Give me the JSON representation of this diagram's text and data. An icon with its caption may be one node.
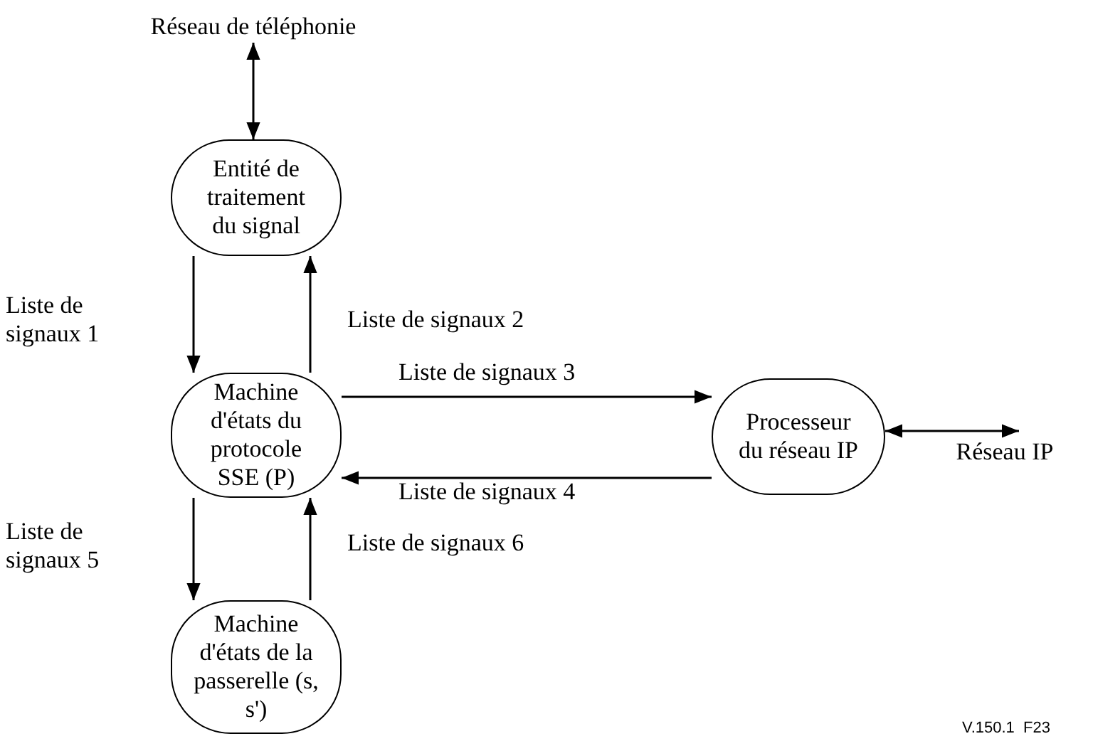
{
  "diagram": {
    "nodes": [
      {
        "text": [
          "Réseau de téléphonie"
        ]
      },
      {
        "text": [
          "Entité de traitement du signal"
        ]
      },
      {
        "text": [
          "Machine d'états du protocole SSE (P)"
        ]
      },
      {
        "text": [
          "Processeur du réseau IP"
        ]
      },
      {
        "text": [
          "Réseau IP"
        ]
      },
      {
        "text": [
          "Machine d'états de la passerelle (s, s')"
        ]
      }
    ],
    "edges": [
      {
        "from": 0,
        "to": 1,
        "arrow": "both"
      },
      {
        "from": 1,
        "to": 2,
        "arrow": "to",
        "label": "Liste de signaux 1"
      },
      {
        "from": 2,
        "to": 1,
        "arrow": "to",
        "label": "Liste de signaux 2"
      },
      {
        "from": 2,
        "to": 3,
        "arrow": "to",
        "label": "Liste de signaux 3"
      },
      {
        "from": 3,
        "to": 2,
        "arrow": "to",
        "label": "Liste de signaux 4"
      },
      {
        "from": 2,
        "to": 5,
        "arrow": "to",
        "label": "Liste de signaux 5"
      },
      {
        "from": 5,
        "to": 2,
        "arrow": "to",
        "label": "Liste de signaux 6"
      },
      {
        "from": 3,
        "to": 4,
        "arrow": "both"
      }
    ],
    "labels": [
      "V.150.1  F23"
    ]
  }
}
